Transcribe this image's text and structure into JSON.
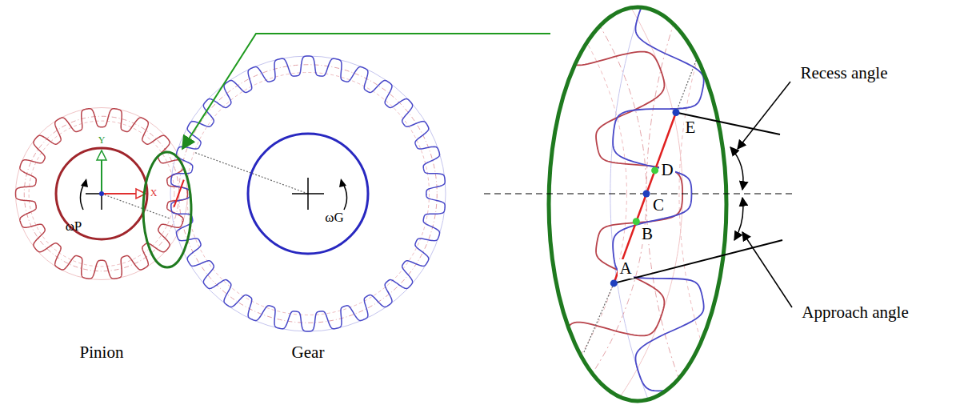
{
  "diagram": {
    "labels": [
      "Pinion",
      "Gear",
      "ωP",
      "ωG",
      "A",
      "B",
      "C",
      "D",
      "E",
      "Recess angle",
      "Approach angle",
      "Y",
      "X"
    ]
  }
}
